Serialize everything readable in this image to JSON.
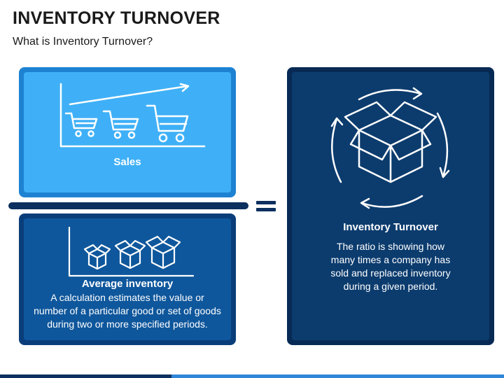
{
  "header": {
    "title": "INVENTORY TURNOVER",
    "subtitle": "What is Inventory Turnover?"
  },
  "numerator": {
    "label": "Sales",
    "icon": "sales-growth-chart-icon"
  },
  "denominator": {
    "label": "Average inventory",
    "description": "A calculation estimates the value or number of a particular good or set of goods during two or more specified periods.",
    "icon": "inventory-boxes-chart-icon"
  },
  "result": {
    "label": "Inventory Turnover",
    "description": "The ratio is showing how many times a company has sold and replaced inventory during a given period.",
    "icon": "box-cycle-icon"
  },
  "colors": {
    "light_blue": "#3fb0f7",
    "mid_blue": "#0f579c",
    "dark_navy": "#0c3c6e",
    "divider": "#0b2f5e"
  }
}
